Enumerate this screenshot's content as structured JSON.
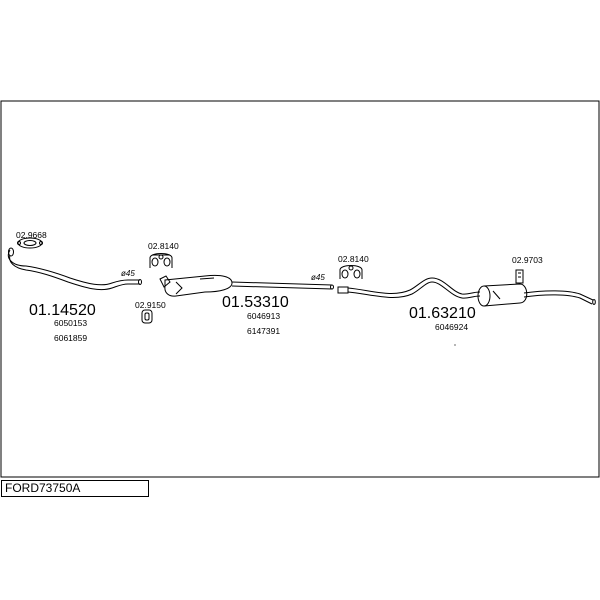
{
  "parts": [
    {
      "code": "01.14520",
      "oem_numbers": [
        "6050153",
        "6061859"
      ]
    },
    {
      "code": "01.53310",
      "oem_numbers": [
        "6046913",
        "6147391"
      ]
    },
    {
      "code": "01.63210",
      "oem_numbers": [
        "6046924"
      ]
    }
  ],
  "fittings": [
    {
      "code": "02.9668"
    },
    {
      "code": "02.8140"
    },
    {
      "code": "02.9150"
    },
    {
      "code": "02.8140"
    },
    {
      "code": "02.9703"
    }
  ],
  "diameters": [
    "ø45",
    "ø45"
  ],
  "reference": "FORD73750A"
}
